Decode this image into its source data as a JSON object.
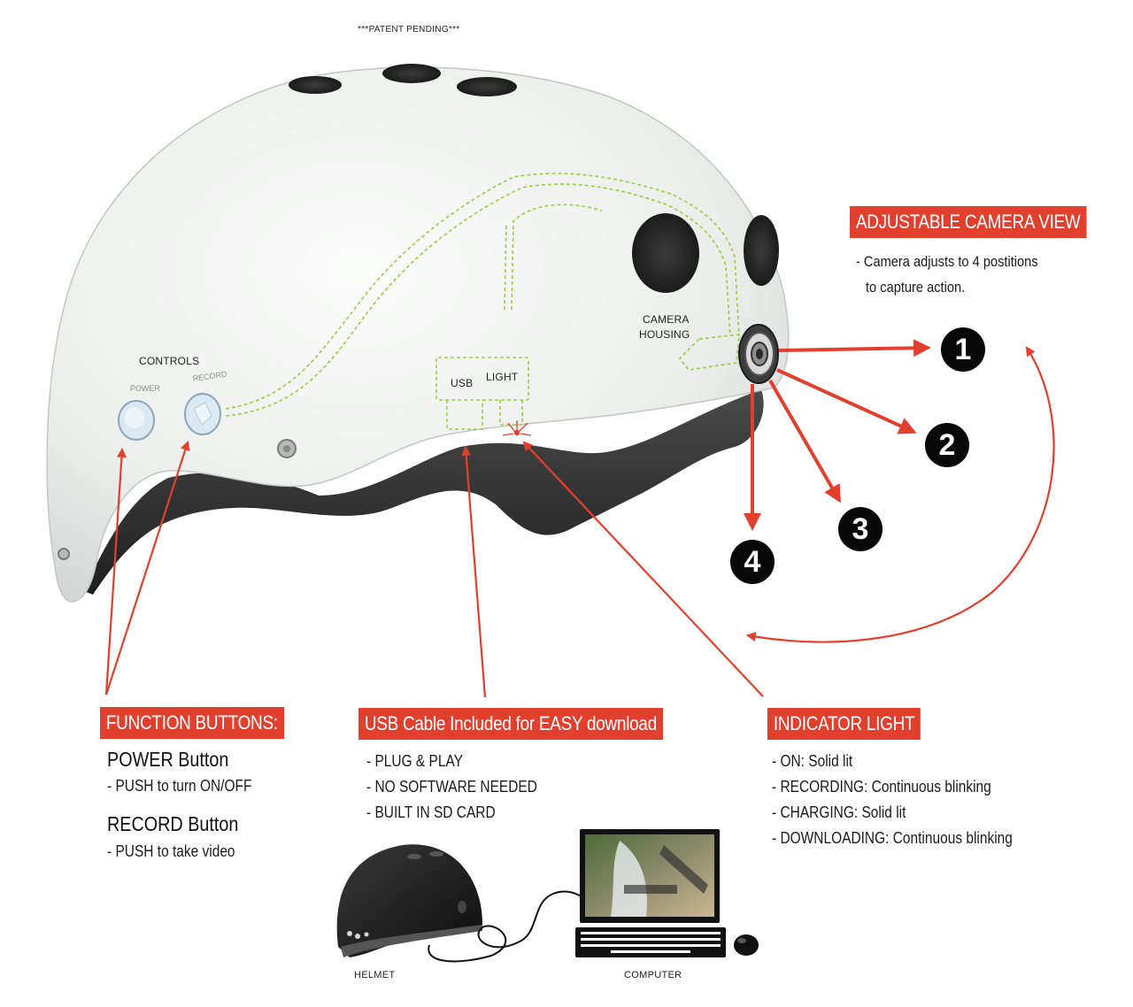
{
  "patent_notice": "***PATENT PENDING***",
  "helmet_labels": {
    "controls": "CONTROLS",
    "power_small": "POWER",
    "record_small": "RECORD",
    "usb": "USB",
    "light": "LIGHT",
    "camera_housing_line1": "CAMERA",
    "camera_housing_line2": "HOUSING"
  },
  "camera_view": {
    "heading": "ADJUSTABLE CAMERA VIEW",
    "line1": "- Camera adjusts to 4 postitions",
    "line2": "to capture action.",
    "positions": [
      "1",
      "2",
      "3",
      "4"
    ]
  },
  "function_buttons": {
    "heading": "FUNCTION BUTTONS:",
    "power_title": "POWER Button",
    "power_desc": "- PUSH to turn ON/OFF",
    "record_title": "RECORD Button",
    "record_desc": "- PUSH to take video"
  },
  "usb_cable": {
    "heading": "USB Cable Included for EASY download",
    "items": [
      "- PLUG & PLAY",
      "- NO SOFTWARE NEEDED",
      "- BUILT IN SD CARD"
    ]
  },
  "indicator_light": {
    "heading": "INDICATOR LIGHT",
    "items": [
      "- ON: Solid lit",
      "- RECORDING: Continuous blinking",
      "- CHARGING: Solid lit",
      "- DOWNLOADING: Continuous blinking"
    ]
  },
  "bottom_labels": {
    "helmet": "HELMET",
    "computer": "COMPUTER"
  },
  "colors": {
    "accent_red": "#e2402f",
    "dashed_green": "#9ccb4a",
    "helmet_white": "#f3f4f2",
    "liner_dark": "#3a3a3a"
  }
}
